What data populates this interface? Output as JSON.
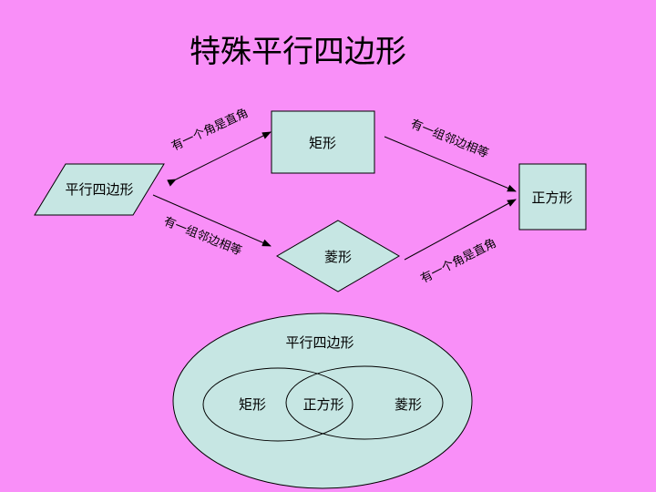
{
  "title": "特殊平行四边形",
  "flow": {
    "parallelogram": "平行四边形",
    "rectangle": "矩形",
    "rhombus": "菱形",
    "square": "正方形",
    "edge_para_to_rect": "有一个角是直角",
    "edge_rect_to_square": "有一组邻边相等",
    "edge_para_to_rhombus": "有一组邻边相等",
    "edge_rhombus_to_square": "有一个角是直角"
  },
  "venn": {
    "outer": "平行四边形",
    "left": "矩形",
    "intersection": "正方形",
    "right": "菱形"
  },
  "colors": {
    "background": "#f98ff8",
    "shape_fill": "#c6e6e3",
    "stroke": "#000000"
  }
}
